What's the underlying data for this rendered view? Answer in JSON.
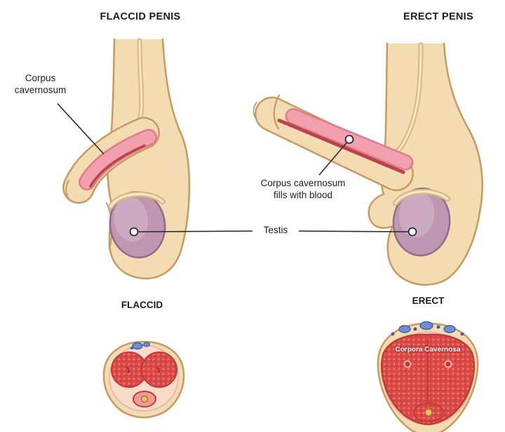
{
  "headings": {
    "flaccid": "FLACCID PENIS",
    "erect": "ERECT PENIS"
  },
  "callouts": {
    "corpus_cavernosum": "Corpus cavernosum",
    "corpus_fills": "Corpus cavernosum fills with blood",
    "testis": "Testis"
  },
  "cross_sections": {
    "flaccid_title": "FLACCID",
    "erect_title": "ERECT",
    "corpora_label": "Corpora Cavernosa"
  },
  "colors": {
    "skin": "#f4dcb2",
    "outline": "#c79a5f",
    "duct": "#d9b87f",
    "ductLight": "#f6e6c4",
    "pink": "#f29fae",
    "pinkEdge": "#df7b8d",
    "redStrip": "#b84349",
    "testis": "#bf97b2",
    "testisEdge": "#926b89",
    "testisHi": "#d9bdd1",
    "red": "#dd4a46",
    "redDark": "#c0393a",
    "redLight": "#f2827e",
    "cream": "#f7ddc9",
    "creamEdge": "#e9b9a5",
    "yellow": "#e9c35b",
    "yellowEdge": "#9a6a2f",
    "blue": "#6e8ed2",
    "blueDark": "#3f5fa8",
    "line": "#2b2b2b",
    "text": "#1d1d1d"
  }
}
